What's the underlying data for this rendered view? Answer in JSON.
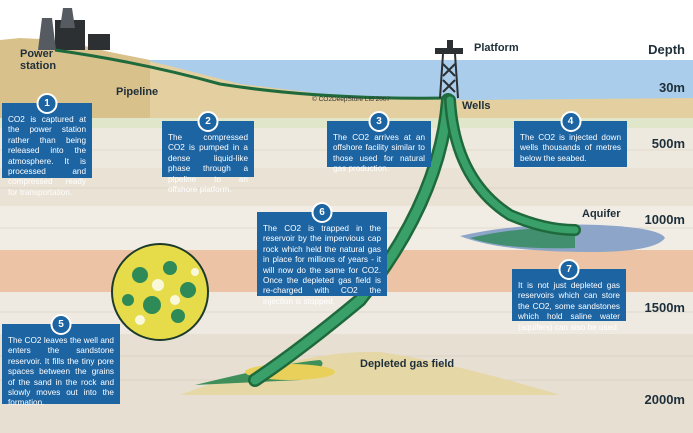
{
  "labels": {
    "power_station": "Power\nstation",
    "pipeline": "Pipeline",
    "platform": "Platform",
    "wells": "Wells",
    "aquifer": "Aquifer",
    "depleted_gas_field": "Depleted gas field",
    "depth_heading": "Depth",
    "copyright": "© CO2DeepStore Ltd 2007"
  },
  "depths": [
    "30m",
    "500m",
    "1000m",
    "1500m",
    "2000m"
  ],
  "steps": [
    {
      "number": "1",
      "text": "CO2 is captured at the power station rather than being released into the atmosphere. It is processed and compressed ready for transportation."
    },
    {
      "number": "2",
      "text": "The compressed CO2 is pumped in a dense liquid-like phase through a pipeline to an offshore platform."
    },
    {
      "number": "3",
      "text": "The CO2 arrives at an offshore facility similar to those used for natural gas production."
    },
    {
      "number": "4",
      "text": "The CO2 is injected down wells thousands of metres below the seabed."
    },
    {
      "number": "5",
      "text": "The CO2 leaves the well and enters the sandstone reservoir. It fills the tiny pore spaces between the grains of the sand in the rock and slowly moves out into the formation."
    },
    {
      "number": "6",
      "text": "The CO2 is trapped in the reservoir by the impervious cap rock which held the natural gas in place for millions of years - it will now do the same for CO2. Once the depleted gas field is re-charged with CO2 the injection is stopped."
    },
    {
      "number": "7",
      "text": "It is not just depleted gas reservoirs which can store the CO2, some sandstones which hold saline water (aquifers) can also be used."
    }
  ],
  "colors": {
    "box_blue": "#1d64a3",
    "pipe_green": "#2e8a57",
    "sea_blue": "#9fc6e6",
    "sand": "#e2cd9f",
    "orange_layer": "#e6b08a"
  }
}
